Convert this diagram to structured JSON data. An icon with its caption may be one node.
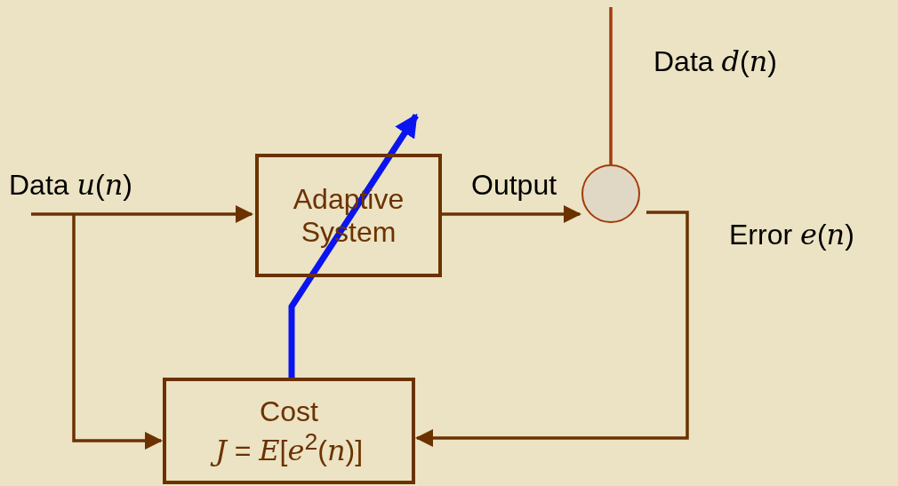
{
  "diagram": {
    "nodes": [
      {
        "text": [
          "Data *u*(*n*)"
        ]
      },
      {
        "text": [
          "Adaptive System"
        ]
      },
      {
        "text": [],
        "shape": "circle"
      },
      {
        "text": [
          "Cost",
          "*J* = *E*[*e*$^{2}$(*n*)]"
        ]
      }
    ],
    "edges": [
      {
        "from": 0,
        "to": 1,
        "arrow": "to"
      },
      {
        "from": 0,
        "to": 3,
        "arrow": "to"
      },
      {
        "from": 1,
        "to": 2,
        "arrow": "to",
        "label": "Output"
      },
      {
        "from": null,
        "to": 2,
        "arrow": "none",
        "color": "#a33a0c"
      },
      {
        "from": 2,
        "to": 3,
        "arrow": "to"
      },
      {
        "from": 3,
        "to": 1,
        "arrow": "to",
        "style": "thick",
        "color": "#0a14f0"
      }
    ],
    "labels": [
      "Data *d*(*n*)",
      "Error *e*(*n*)"
    ]
  }
}
